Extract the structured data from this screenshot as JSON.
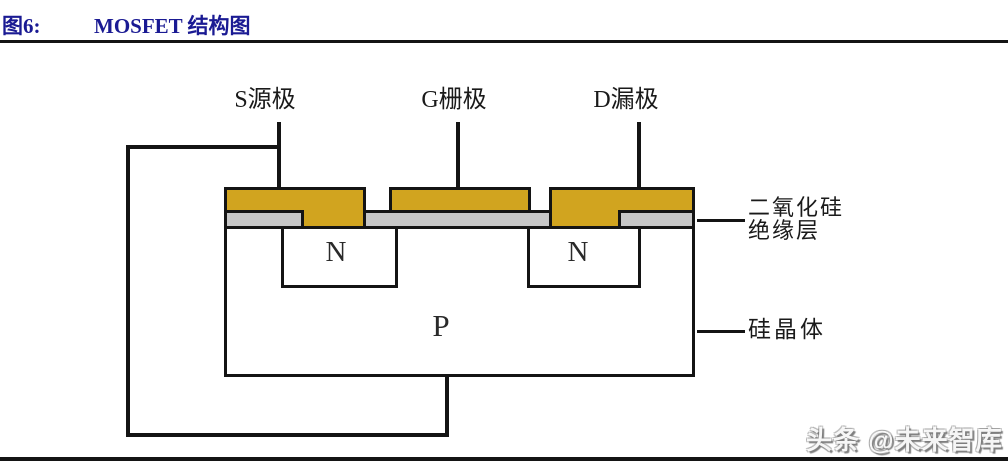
{
  "header": {
    "figure_label": "图6:",
    "figure_title": "MOSFET 结构图"
  },
  "diagram": {
    "terminals": [
      {
        "id": "source",
        "label": "S源极"
      },
      {
        "id": "gate",
        "label": "G栅极"
      },
      {
        "id": "drain",
        "label": "D漏极"
      }
    ],
    "regions": {
      "n_left": "N",
      "n_right": "N",
      "p_substrate": "P"
    },
    "annotations": {
      "oxide_line1": "二氧化硅",
      "oxide_line2": "绝缘层",
      "crystal": "硅晶体"
    }
  },
  "footer": {
    "watermark": "头条 @未来智库"
  },
  "colors": {
    "electrode_gold": "#D1A41F",
    "oxide_gray": "#C7C7C7",
    "line_ink": "#141414",
    "title_navy": "#1a1a93"
  }
}
